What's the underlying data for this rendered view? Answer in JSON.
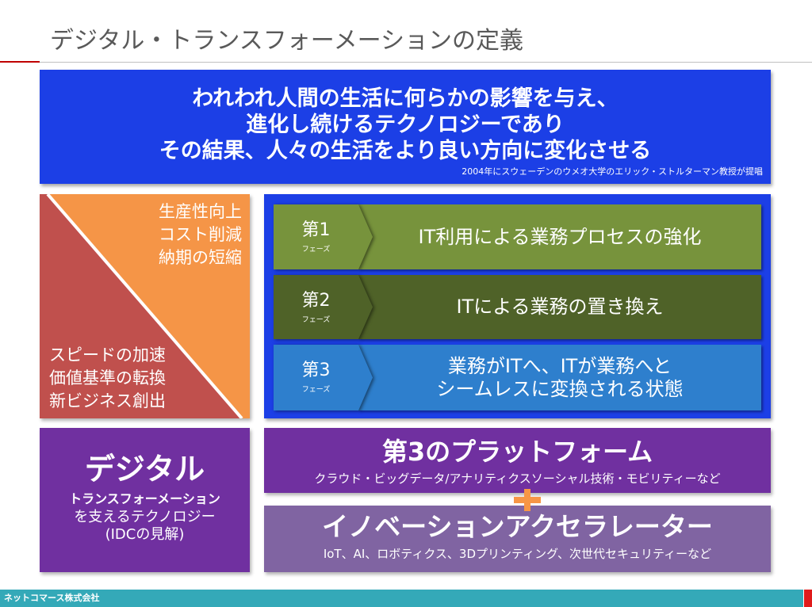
{
  "title": "デジタル・トランスフォーメーションの定義",
  "definition": {
    "lines": [
      "われわれ人間の生活に何らかの影響を与え、",
      "進化し続けるテクノロジーであり",
      "その結果、人々の生活をより良い方向に変化させる"
    ],
    "attribution": "2004年にスウェーデンのウメオ大学のエリック・ストルターマン教授が提唱"
  },
  "benefits": {
    "upper": [
      "生産性向上",
      "コスト削減",
      "納期の短縮"
    ],
    "lower": [
      "スピードの加速",
      "価値基準の転換",
      "新ビジネス創出"
    ]
  },
  "phases": [
    {
      "number": "第1",
      "label": "フェーズ",
      "description": [
        "IT利用による業務プロセスの強化"
      ]
    },
    {
      "number": "第2",
      "label": "フェーズ",
      "description": [
        "ITによる業務の置き換え"
      ]
    },
    {
      "number": "第3",
      "label": "フェーズ",
      "description": [
        "業務がITへ、ITが業務へと",
        "シームレスに変換される状態"
      ]
    }
  ],
  "idc_panel": {
    "heading": "デジタル",
    "subheading": "トランスフォーメーション",
    "lines": [
      "を支えるテクノロジー",
      "(IDCの見解)"
    ]
  },
  "platform": {
    "title": "第3のプラットフォーム",
    "subtitle": "クラウド・ビッグデータ/アナリティクスソーシャル技術・モビリティーなど"
  },
  "connector_icon": "plus-icon",
  "accelerator": {
    "title": "イノベーションアクセラレーター",
    "subtitle": "IoT、AI、ロボティクス、3Dプリンティング、次世代セキュリティーなど"
  },
  "footer": {
    "company": "ネットコマース株式会社"
  },
  "colors": {
    "title_text": "#595959",
    "title_rule_accent": "#c00000",
    "definition_bg": "#1c3fe6",
    "benefit_upper": "#f59547",
    "benefit_lower": "#c0504d",
    "phases_bg": "#1c3fe6",
    "phase_1": "#77933c",
    "phase_2": "#4f6228",
    "phase_3": "#2e7fcd",
    "idc_bg": "#7030a0",
    "platform_bg": "#7030a0",
    "accelerator_bg": "#8064a2",
    "plus": "#f79646",
    "footer_bg": "#34a9b8",
    "footer_accent": "#e01b1b"
  }
}
